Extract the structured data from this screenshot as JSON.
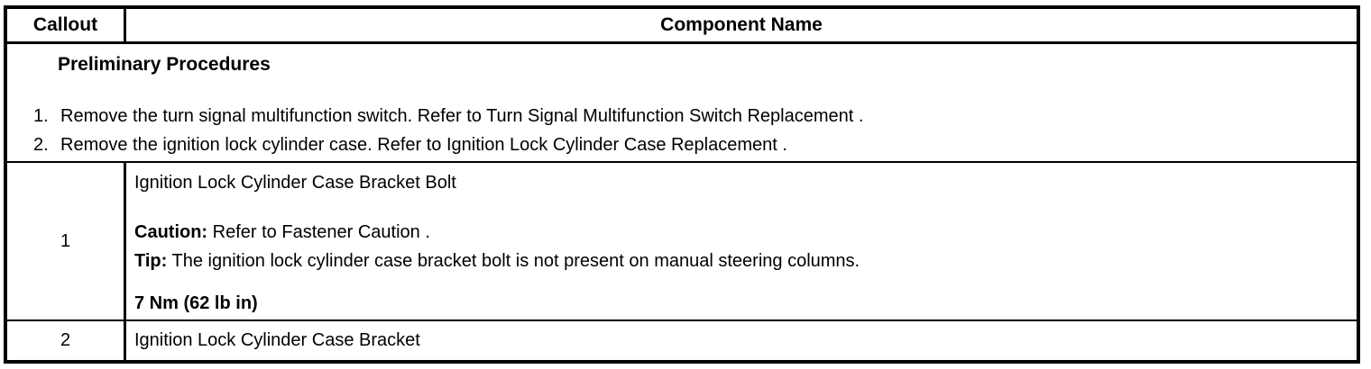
{
  "table": {
    "header": {
      "callout": "Callout",
      "component": "Component Name"
    },
    "preliminary": {
      "title": "Preliminary Procedures",
      "steps": [
        {
          "num": "1.",
          "text": "Remove the turn signal multifunction switch. Refer to Turn Signal Multifunction Switch Replacement ."
        },
        {
          "num": "2.",
          "text": "Remove the ignition lock cylinder case. Refer to Ignition Lock Cylinder Case Replacement ."
        }
      ]
    },
    "rows": [
      {
        "callout": "1",
        "name": "Ignition Lock Cylinder Case Bracket Bolt",
        "caution_label": "Caution:",
        "caution_text": " Refer to Fastener Caution .",
        "tip_label": "Tip:",
        "tip_text": " The ignition lock cylinder case bracket bolt is not present on manual steering columns.",
        "torque": "7 Nm (62 lb in)"
      },
      {
        "callout": "2",
        "name": "Ignition Lock Cylinder Case Bracket"
      }
    ]
  },
  "colors": {
    "border": "#000000",
    "text": "#000000",
    "background": "#ffffff"
  }
}
